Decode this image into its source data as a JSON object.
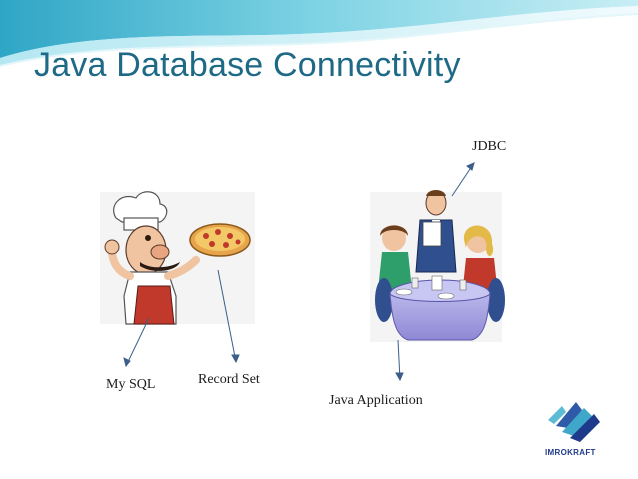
{
  "slide": {
    "title": "Java Database Connectivity"
  },
  "labels": {
    "mysql": "My SQL",
    "record_set": "Record Set",
    "jdbc": "JDBC",
    "java_application": "Java Application"
  },
  "logo": {
    "text": "IMROKRAFT"
  },
  "colors": {
    "title": "#1e6a86",
    "header_wave": "#5bc3d9",
    "arrow": "#3b5f8a"
  }
}
